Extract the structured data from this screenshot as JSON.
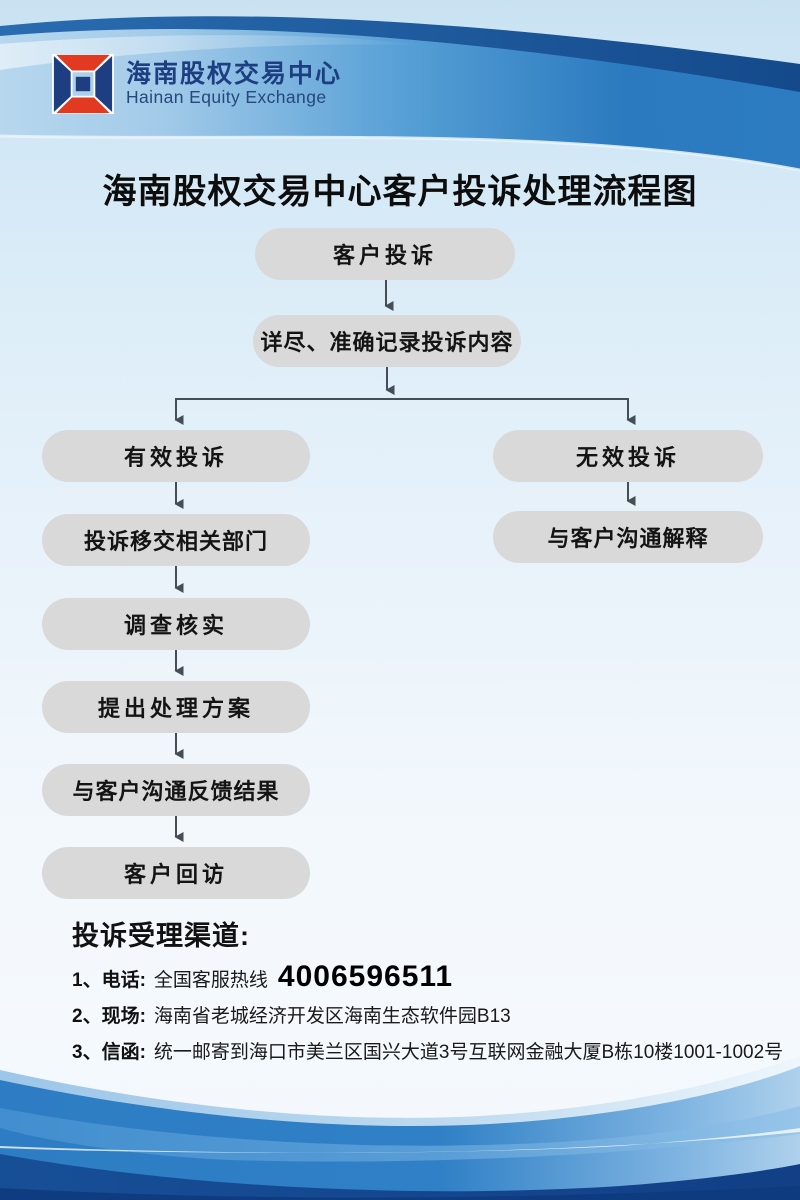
{
  "brand": {
    "name_cn": "海南股权交易中心",
    "name_en": "Hainan Equity Exchange"
  },
  "title": "海南股权交易中心客户投诉处理流程图",
  "flow": {
    "start": "客户投诉",
    "record": "详尽、准确记录投诉内容",
    "left_branch": [
      "有效投诉",
      "投诉移交相关部门",
      "调查核实",
      "提出处理方案",
      "与客户沟通反馈结果",
      "客户回访"
    ],
    "right_branch": [
      "无效投诉",
      "与客户沟通解释"
    ]
  },
  "channels": {
    "heading": "投诉受理渠道:",
    "items": [
      {
        "label": "1、电话:",
        "text": "全国客服热线",
        "phone": "4006596511"
      },
      {
        "label": "2、现场:",
        "text": "海南省老城经济开发区海南生态软件园B13"
      },
      {
        "label": "3、信函:",
        "text": "统一邮寄到海口市美兰区国兴大道3号互联网金融大厦B栋10楼1001-1002号"
      }
    ]
  },
  "colors": {
    "brand_navy": "#1d3e80",
    "brand_red": "#e23a20",
    "band_blue": "#2d7cc2",
    "band_dark_navy": "#17548f",
    "node_fill": "#d9d9d9",
    "arrow": "#454d55",
    "bg_top": "#cbe3f3",
    "bg_bottom": "#f4f9fd"
  }
}
